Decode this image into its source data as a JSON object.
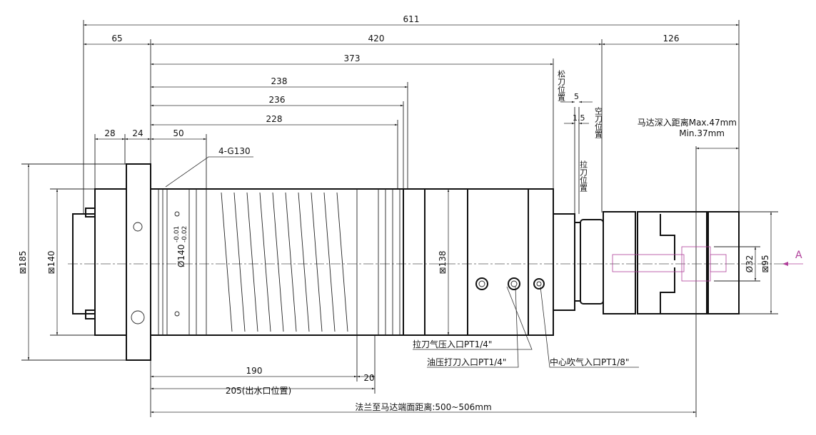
{
  "dimensions": {
    "overall": "611",
    "d65": "65",
    "d420": "420",
    "d126": "126",
    "d373": "373",
    "d238": "238",
    "d236": "236",
    "d228": "228",
    "d28": "28",
    "d24": "24",
    "d50": "50",
    "thread": "4-G130",
    "flange_square": "⊠185",
    "rear_square": "⊠140",
    "body_dia": "Ø140",
    "body_tol_upper": "-0.01",
    "body_tol_lower": "-0.02",
    "body_square": "⊠138",
    "d190": "190",
    "d20": "20",
    "d205": "205(出水口位置)",
    "flange_to_motor": "法兰至马达端面距离:500~506mm",
    "d5": "5",
    "d1_5": "1.5",
    "shaft_dia": "Ø32",
    "coupling_square": "⊠95"
  },
  "labels": {
    "release_pos": "松刀位置",
    "empty_pos": "空刀位置",
    "clamp_pos": "拉刀位置",
    "motor_depth_max": "马达深入距离Max.47mm",
    "motor_depth_min": "Min.37mm",
    "clamp_air": "拉刀气压入口PT1/4\"",
    "oil_unclamp": "油压打刀入口PT1/4\"",
    "center_blow": "中心吹气入口PT1/8\"",
    "view_a": "A"
  },
  "colors": {
    "line": "#111111",
    "accent": "#b0409a"
  }
}
